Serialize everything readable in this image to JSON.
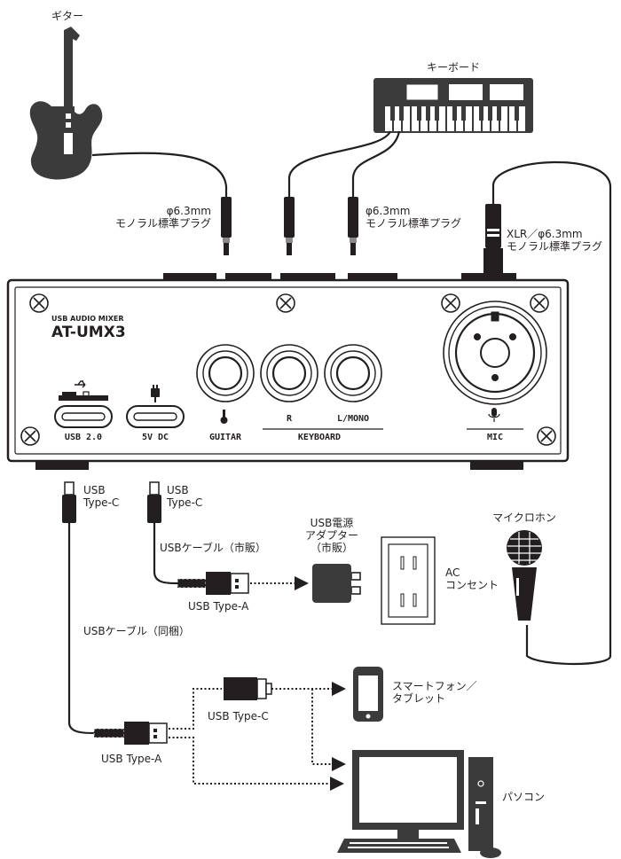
{
  "labels": {
    "guitar": "ギター",
    "keyboard": "キーボード",
    "plug_left_1": "φ6.3mm",
    "plug_left_2": "モノラル標準プラグ",
    "plug_right_1": "φ6.3mm",
    "plug_right_2": "モノラル標準プラグ",
    "mic_plug_1": "XLR／φ6.3mm",
    "mic_plug_2": "モノラル標準プラグ",
    "usb_c_left_1": "USB",
    "usb_c_left_2": "Type-C",
    "usb_c_mid_1": "USB",
    "usb_c_mid_2": "Type-C",
    "usb_cable_retail": "USBケーブル（市販）",
    "adapter_1": "USB電源",
    "adapter_2": "アダプター",
    "adapter_3": "（市販）",
    "ac_1": "AC",
    "ac_2": "コンセント",
    "microphone": "マイクロホン",
    "usb_type_a_top": "USB Type-A",
    "usb_cable_included": "USBケーブル（同梱）",
    "smartphone_1": "スマートフォン／",
    "smartphone_2": "タブレット",
    "usb_type_c_bottom": "USB Type-C",
    "usb_type_a_bottom": "USB Type-A",
    "pc": "パソコン"
  },
  "panel": {
    "subtitle": "USB AUDIO MIXER",
    "model": "AT-UMX3",
    "port_usb": "USB 2.0",
    "port_dc": "5V DC",
    "port_guitar": "GUITAR",
    "port_r": "R",
    "port_lmono": "L/MONO",
    "port_keyboard": "KEYBOARD",
    "port_mic": "MIC"
  },
  "colors": {
    "ink": "#231f20",
    "dark": "#3b3b3b",
    "mid": "#8a8a8a"
  }
}
